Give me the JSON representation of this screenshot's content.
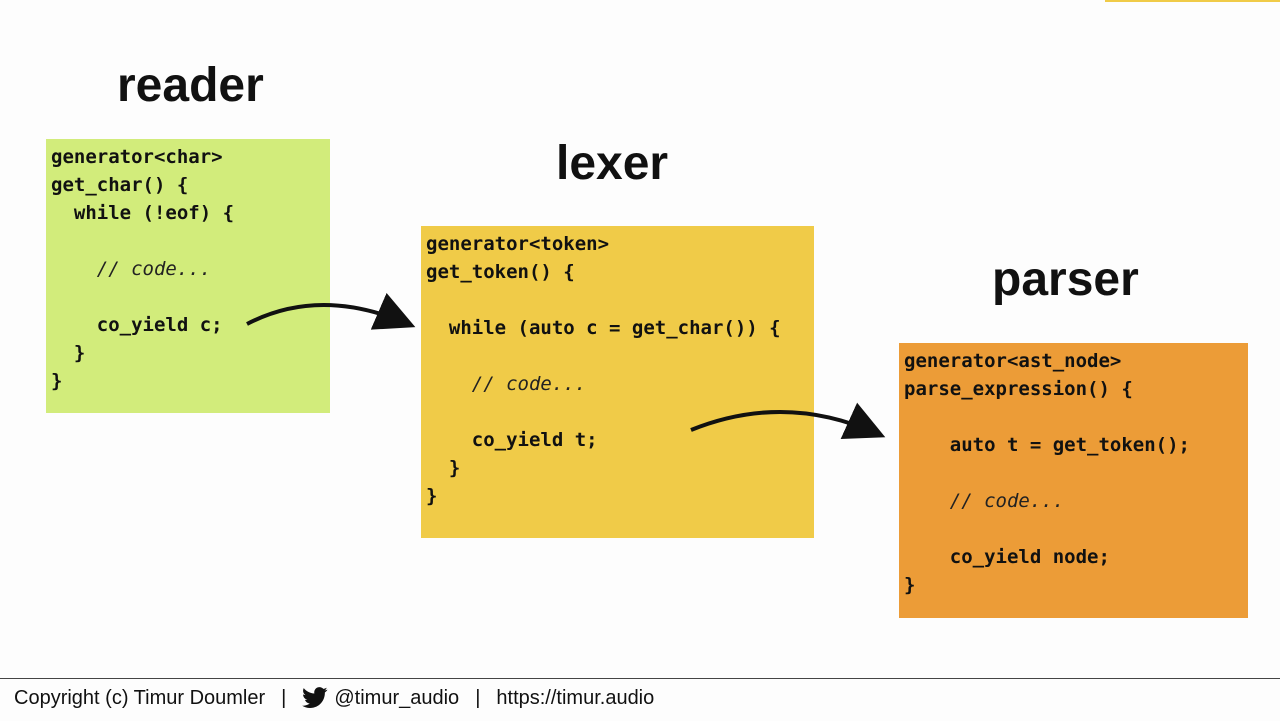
{
  "titles": {
    "reader": "reader",
    "lexer": "lexer",
    "parser": "parser"
  },
  "boxes": {
    "reader": {
      "color": "#d2ec7b",
      "lines": [
        "generator<char>",
        "get_char() {",
        "  while (!eof) {",
        "",
        "    // code...",
        "",
        "    co_yield c;",
        "  }",
        "}"
      ]
    },
    "lexer": {
      "color": "#f0cb48",
      "lines": [
        "generator<token>",
        "get_token() {",
        "",
        "  while (auto c = get_char()) {",
        "",
        "    // code...",
        "",
        "    co_yield t;",
        "  }",
        "}"
      ]
    },
    "parser": {
      "color": "#ec9c37",
      "lines": [
        "generator<ast_node>",
        "parse_expression() {",
        "",
        "    auto t = get_token();",
        "",
        "    // code...",
        "",
        "    co_yield node;",
        "}"
      ]
    }
  },
  "arrows": [
    {
      "from": "reader",
      "to": "lexer",
      "icon": "curved-arrow-icon"
    },
    {
      "from": "lexer",
      "to": "parser",
      "icon": "curved-arrow-icon"
    }
  ],
  "footer": {
    "copyright": "Copyright (c) Timur Doumler",
    "separator": "|",
    "icon": "twitter-bird-icon",
    "twitter_handle": "@timur_audio",
    "url": "https://timur.audio"
  }
}
